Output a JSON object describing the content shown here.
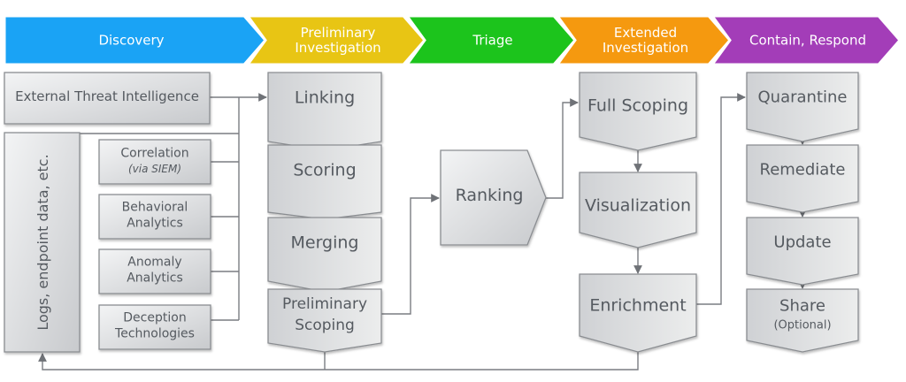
{
  "phases": [
    {
      "id": "discovery",
      "label": [
        "Discovery"
      ],
      "color": "#1aa3f5"
    },
    {
      "id": "preliminary-investigation",
      "label": [
        "Preliminary",
        "Investigation"
      ],
      "color": "#e8c514"
    },
    {
      "id": "triage",
      "label": [
        "Triage"
      ],
      "color": "#1cc41c"
    },
    {
      "id": "extended-investigation",
      "label": [
        "Extended",
        "Investigation"
      ],
      "color": "#f5990f"
    },
    {
      "id": "contain-respond",
      "label": [
        "Contain, Respond"
      ],
      "color": "#a33db8"
    }
  ],
  "sources": {
    "external_threat_intelligence": "External Threat Intelligence",
    "logs": "Logs, endpoint data, etc.",
    "detectors": [
      {
        "id": "correlation",
        "lines": [
          "Correlation"
        ],
        "subtitle": "(via SIEM)"
      },
      {
        "id": "behavioral-analytics",
        "lines": [
          "Behavioral",
          "Analytics"
        ]
      },
      {
        "id": "anomaly-analytics",
        "lines": [
          "Anomaly",
          "Analytics"
        ]
      },
      {
        "id": "deception-technologies",
        "lines": [
          "Deception",
          "Technologies"
        ]
      }
    ]
  },
  "preliminary_steps": [
    {
      "id": "linking",
      "lines": [
        "Linking"
      ]
    },
    {
      "id": "scoring",
      "lines": [
        "Scoring"
      ]
    },
    {
      "id": "merging",
      "lines": [
        "Merging"
      ]
    },
    {
      "id": "preliminary-scoping",
      "lines": [
        "Preliminary",
        "Scoping"
      ]
    }
  ],
  "triage_steps": [
    {
      "id": "ranking",
      "lines": [
        "Ranking"
      ]
    }
  ],
  "extended_steps": [
    {
      "id": "full-scoping",
      "lines": [
        "Full Scoping"
      ]
    },
    {
      "id": "visualization",
      "lines": [
        "Visualization"
      ]
    },
    {
      "id": "enrichment",
      "lines": [
        "Enrichment"
      ]
    }
  ],
  "respond_steps": [
    {
      "id": "quarantine",
      "lines": [
        "Quarantine"
      ]
    },
    {
      "id": "remediate",
      "lines": [
        "Remediate"
      ]
    },
    {
      "id": "update",
      "lines": [
        "Update"
      ]
    },
    {
      "id": "share",
      "lines": [
        "Share"
      ],
      "subtitle": "(Optional)"
    }
  ],
  "colors": {
    "box_fill_light": "#f1f2f3",
    "box_fill_dark": "#c9cbce",
    "box_border": "#8a8d91",
    "connector": "#7a7d82",
    "text": "#555a60"
  }
}
